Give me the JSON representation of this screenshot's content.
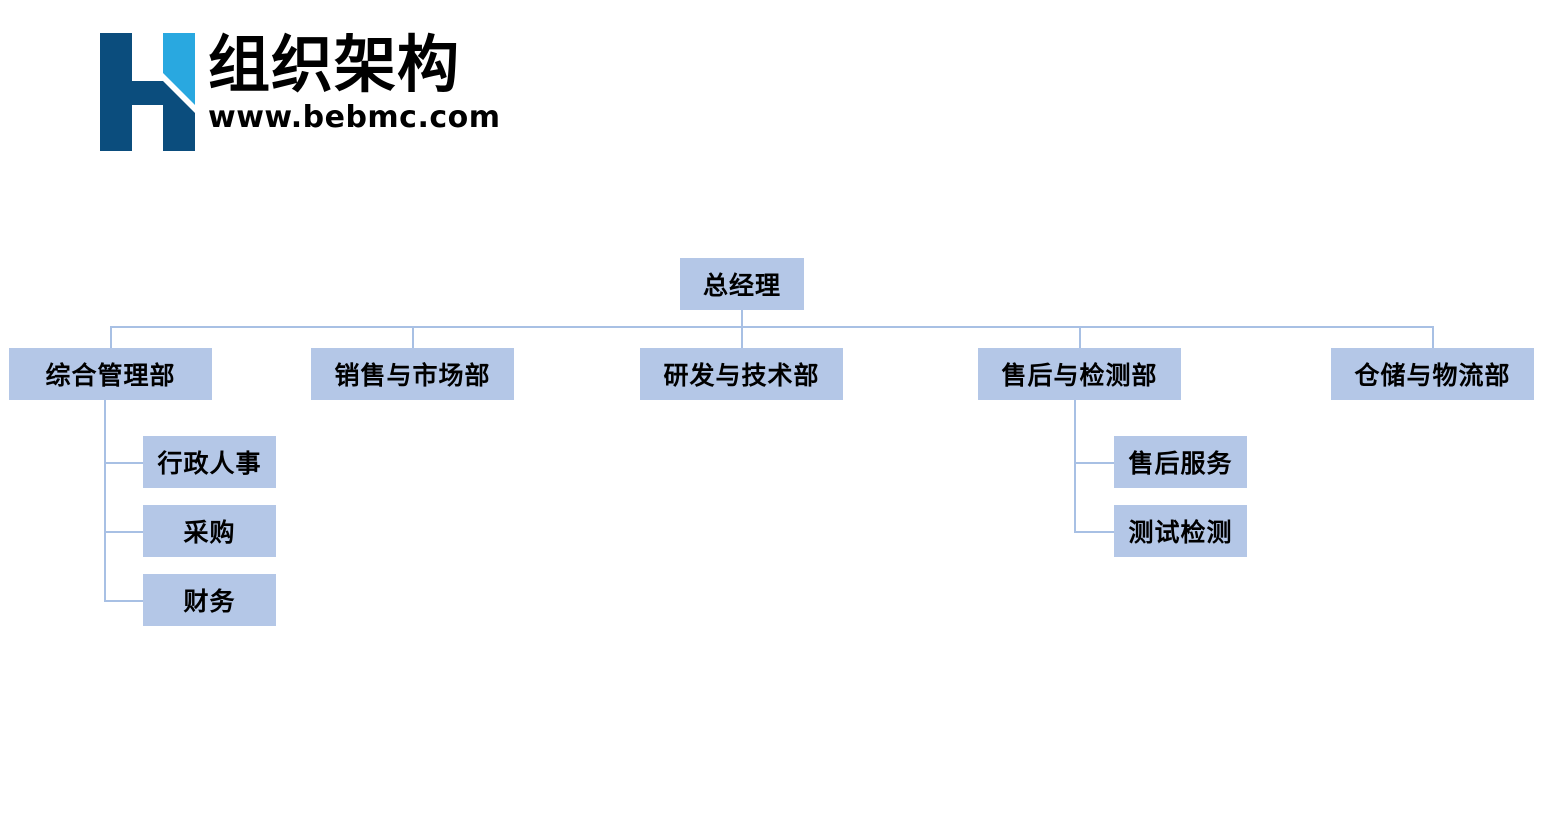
{
  "brand": {
    "title": "组织架构",
    "url": "www.bebmc.com",
    "logo_icon": "bebmc-h-logo-icon",
    "logo_color_dark": "#0b4d7d",
    "logo_color_light": "#29a8e0"
  },
  "theme": {
    "node_fill": "#b4c7e7",
    "node_text": "#000000",
    "connector": "#a8c0e4",
    "background": "#ffffff"
  },
  "chart_data": {
    "type": "tree",
    "title": "组织架构",
    "root": {
      "id": "gm",
      "label": "总经理",
      "level": 0
    },
    "departments": [
      {
        "id": "dept-admin",
        "label": "综合管理部",
        "level": 1,
        "children": [
          {
            "id": "sub-hr",
            "label": "行政人事",
            "level": 2
          },
          {
            "id": "sub-purchasing",
            "label": "采购",
            "level": 2
          },
          {
            "id": "sub-finance",
            "label": "财务",
            "level": 2
          }
        ]
      },
      {
        "id": "dept-sales",
        "label": "销售与市场部",
        "level": 1,
        "children": []
      },
      {
        "id": "dept-rd",
        "label": "研发与技术部",
        "level": 1,
        "children": []
      },
      {
        "id": "dept-service",
        "label": "售后与检测部",
        "level": 1,
        "children": [
          {
            "id": "sub-aftersales",
            "label": "售后服务",
            "level": 2
          },
          {
            "id": "sub-testing",
            "label": "测试检测",
            "level": 2
          }
        ]
      },
      {
        "id": "dept-logistics",
        "label": "仓储与物流部",
        "level": 1,
        "children": []
      }
    ]
  }
}
